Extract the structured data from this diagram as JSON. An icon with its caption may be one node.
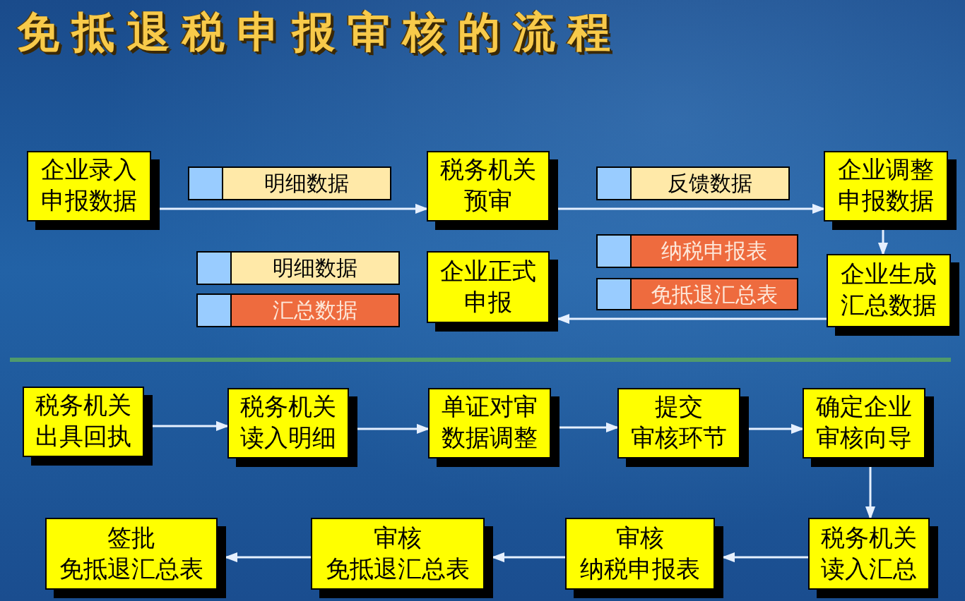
{
  "diagram": {
    "title": "免抵退税申报审核的流程",
    "nodes": [
      {
        "text": [
          "企业录入申报数据"
        ]
      },
      {
        "text": [
          "明细数据"
        ]
      },
      {
        "text": [
          "税务机关预审"
        ]
      },
      {
        "text": [
          "反馈数据"
        ]
      },
      {
        "text": [
          "企业调整申报数据"
        ]
      },
      {
        "text": [
          "明细数据"
        ]
      },
      {
        "text": [
          "汇总数据"
        ]
      },
      {
        "text": [
          "企业正式申报"
        ]
      },
      {
        "text": [
          "纳税申报表"
        ]
      },
      {
        "text": [
          "免抵退汇总表"
        ]
      },
      {
        "text": [
          "企业生成汇总数据"
        ]
      },
      {
        "text": [
          "税务机关出具回执"
        ]
      },
      {
        "text": [
          "税务机关读入明细"
        ]
      },
      {
        "text": [
          "单证对审数据调整"
        ]
      },
      {
        "text": [
          "提交",
          "审核环节"
        ]
      },
      {
        "text": [
          "确定企业审核向导"
        ]
      },
      {
        "text": [
          "税务机关读入汇总"
        ]
      },
      {
        "text": [
          "审核",
          "纳税申报表"
        ]
      },
      {
        "text": [
          "审核",
          "免抵退汇总表"
        ]
      },
      {
        "text": [
          "签批",
          "免抵退汇总表"
        ]
      }
    ],
    "edges": [
      {
        "from": 0,
        "to": 2,
        "arrow": "to"
      },
      {
        "from": 2,
        "to": 4,
        "arrow": "to"
      },
      {
        "from": 4,
        "to": 10,
        "arrow": "to"
      },
      {
        "from": 10,
        "to": 7,
        "arrow": "to"
      },
      {
        "from": 11,
        "to": 12,
        "arrow": "to"
      },
      {
        "from": 12,
        "to": 13,
        "arrow": "to"
      },
      {
        "from": 13,
        "to": 14,
        "arrow": "to"
      },
      {
        "from": 14,
        "to": 15,
        "arrow": "to"
      },
      {
        "from": 15,
        "to": 16,
        "arrow": "to"
      },
      {
        "from": 16,
        "to": 17,
        "arrow": "to"
      },
      {
        "from": 17,
        "to": 18,
        "arrow": "to"
      },
      {
        "from": 18,
        "to": 19,
        "arrow": "to"
      }
    ]
  }
}
